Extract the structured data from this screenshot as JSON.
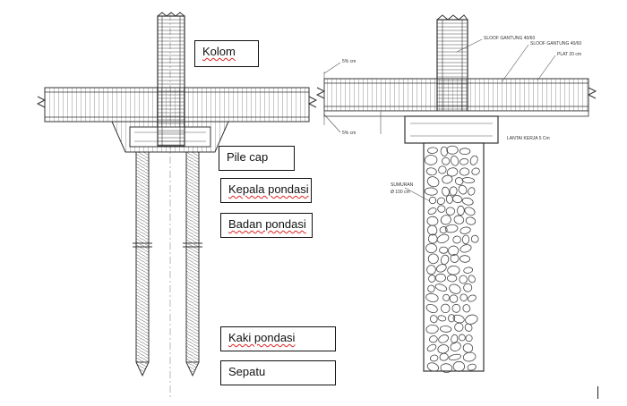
{
  "labels": {
    "kolom": "Kolom",
    "pile_cap": "Pile cap",
    "kepala_pondasi": "Kepala pondasi",
    "badan_pondasi": "Badan pondasi",
    "kaki_pondasi": "Kaki pondasi",
    "sepatu": "Sepatu"
  },
  "right_annotations": {
    "sloof_a": "SLOOF GANTUNG 40/60",
    "sloof_b": "SLOOF GANTUNG 40/60",
    "plat": "PLAT 20 cm",
    "dim_top": "5% cm",
    "dim_low": "5% cm",
    "lantai_kerja": "LANTAI KERJA 5 Cm",
    "sumuran": "SUMURAN",
    "sumuran_dia": "Ø 100 cm"
  },
  "colors": {
    "line": "#333333",
    "box_border": "#111111",
    "spell_underline": "#dd2222"
  }
}
